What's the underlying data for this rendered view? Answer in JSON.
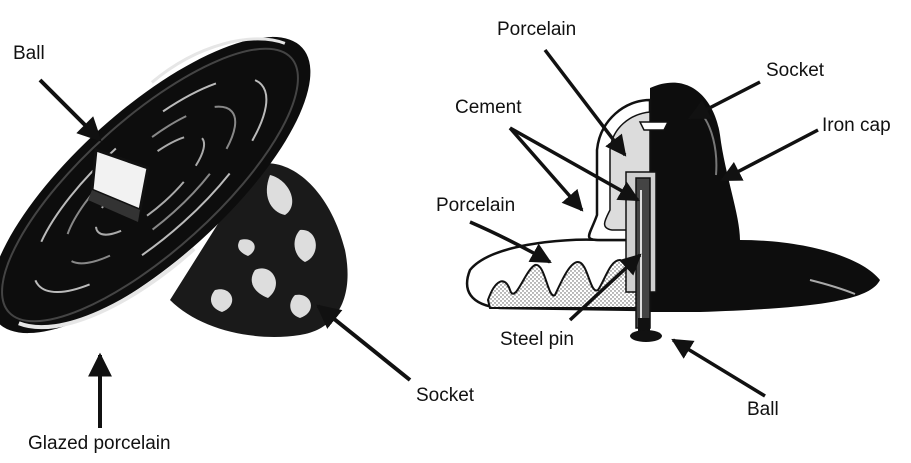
{
  "figure": {
    "left": {
      "labels": {
        "ball": "Ball",
        "socket": "Socket",
        "glazed_porcelain": "Glazed porcelain"
      }
    },
    "right": {
      "labels": {
        "porcelain_top": "Porcelain",
        "socket": "Socket",
        "cement": "Cement",
        "iron_cap": "Iron cap",
        "porcelain_left": "Porcelain",
        "steel_pin": "Steel pin",
        "ball": "Ball"
      }
    }
  },
  "colors": {
    "ink": "#111111",
    "porcelain_body": "#0d0d0d",
    "cement_fill": "#d9d9d9",
    "background": "#ffffff"
  }
}
